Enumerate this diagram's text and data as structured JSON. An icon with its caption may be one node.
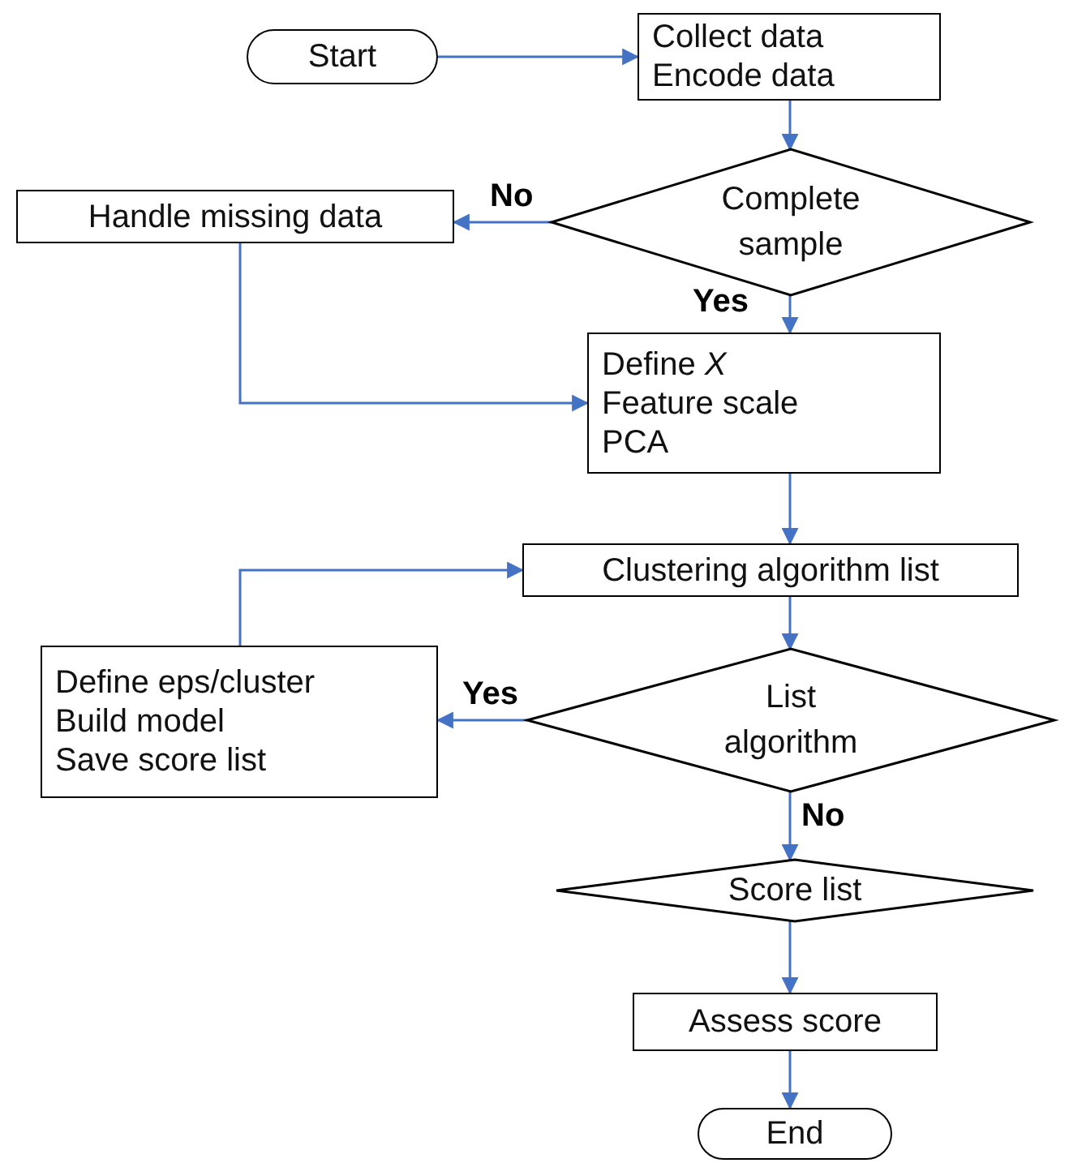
{
  "diagram": {
    "nodes": [
      {
        "text": [
          "Start"
        ]
      },
      {
        "text": [
          "Collect data",
          "Encode data"
        ]
      },
      {
        "text": [
          "Complete sample"
        ]
      },
      {
        "text": [
          "Handle missing data"
        ]
      },
      {
        "text": [
          "Define *X*",
          "Feature scale",
          "PCA"
        ]
      },
      {
        "text": [
          "Clustering algorithm list"
        ]
      },
      {
        "text": [
          "List algorithm"
        ]
      },
      {
        "text": [
          "Define eps/cluster",
          "Build model",
          "Save score list"
        ]
      },
      {
        "text": [
          "Score list"
        ]
      },
      {
        "text": [
          "Assess score"
        ]
      },
      {
        "text": [
          "End"
        ]
      }
    ],
    "edges": [
      {
        "from": 0,
        "to": 1,
        "arrow": "to"
      },
      {
        "from": 1,
        "to": 2,
        "arrow": "to"
      },
      {
        "from": 2,
        "to": 3,
        "arrow": "to",
        "label": "No"
      },
      {
        "from": 2,
        "to": 4,
        "arrow": "to",
        "label": "Yes"
      },
      {
        "from": 3,
        "to": 4,
        "arrow": "to"
      },
      {
        "from": 4,
        "to": 5,
        "arrow": "to"
      },
      {
        "from": 5,
        "to": 6,
        "arrow": "to"
      },
      {
        "from": 6,
        "to": 7,
        "arrow": "to",
        "label": "Yes"
      },
      {
        "from": 7,
        "to": 5,
        "arrow": "to"
      },
      {
        "from": 6,
        "to": 8,
        "arrow": "to",
        "label": "No"
      },
      {
        "from": 8,
        "to": 9,
        "arrow": "to"
      },
      {
        "from": 9,
        "to": 10,
        "arrow": "to"
      }
    ]
  }
}
